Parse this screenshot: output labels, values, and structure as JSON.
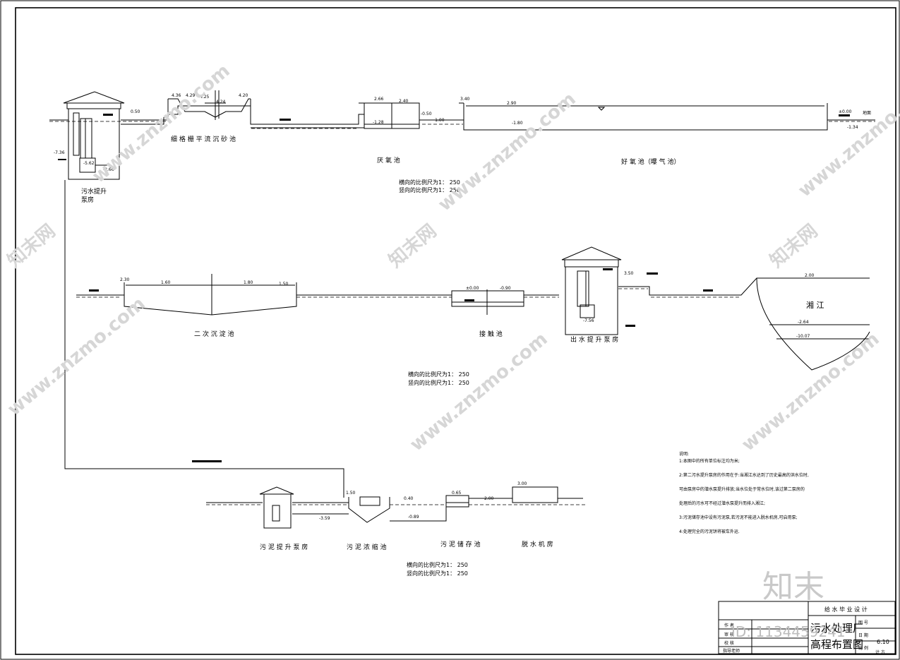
{
  "section1": {
    "processes": [
      "细 格 栅 平 流 沉 砂 池",
      "厌 氧 池",
      "好 氧 池（曝 气 池）"
    ],
    "pump_house": [
      "污水提升",
      "泵房"
    ],
    "scale_h": "横向的比例尺为1：  250",
    "scale_v": "竖向的比例尺为1：  250",
    "elevations": [
      "4.36",
      "4.29",
      "4.25",
      "4.20",
      "4.24",
      "2.66",
      "2.40",
      "3.40",
      "2.90",
      "-1.28",
      "-1.00",
      "-1.80",
      "±0.00",
      "-1.34",
      "-7.36",
      "-8.66",
      "-5.62",
      "0.50",
      "-0.50"
    ],
    "ground_label": "地面"
  },
  "section2": {
    "processes": [
      "二 次 沉 淀 池",
      "接 触 池",
      "出 水 提 升 泵 房"
    ],
    "river": "湘   江",
    "scale_h": "横向的比例尺为1：  250",
    "scale_v": "竖向的比例尺为1：  250",
    "elevations": [
      "2.30",
      "1.60",
      "1.80",
      "1.50",
      "±0.00",
      "-0.90",
      "3.50",
      "2.00",
      "-2.64",
      "-10.07",
      "-7.56"
    ]
  },
  "section3": {
    "processes": [
      "污 泥 提 升 泵 房",
      "污 泥 浓 缩 池",
      "污 泥 储 存 池",
      "脱   水   机   房"
    ],
    "scale_h": "横向的比例尺为1：  250",
    "scale_v": "竖向的比例尺为1：  250",
    "elevations": [
      "1.50",
      "0.40",
      "-0.89",
      "3.00",
      "-3.59",
      "0.65",
      "2.00"
    ]
  },
  "notes": {
    "title": "说明:",
    "items": [
      "1:本图中的所有单位标注均为米;",
      "2:第二污水提升泵房的作用在于:当湘江水达到了历史最高的洪水位时,",
      "   可由泵房中的潜水泵提升排放;当水位处于常水位时,该过第二泵房的",
      "   处理后的污水可不经过潜水泵提升而排入湘江;",
      "3:污泥储存池中设有污泥泵,若污泥不能进入脱水机房,可启用泵;",
      "4:处理完全的污泥饼将被车外运."
    ]
  },
  "title_block": {
    "project": "给 水 毕 业 设 计",
    "drawing_title_1": "污水处理厂",
    "drawing_title_2": "高程布置图",
    "rows_left": [
      "作  者",
      "审  核",
      "校  核",
      "指导老师"
    ],
    "rows_right": [
      "图  号",
      "日  期",
      "比  例"
    ],
    "date": "6.10",
    "sheet": "计  方"
  },
  "watermark": {
    "site": "www.znzmo.com",
    "brand": "知末网",
    "logo": "知末",
    "id": "ID: 1134459241"
  }
}
